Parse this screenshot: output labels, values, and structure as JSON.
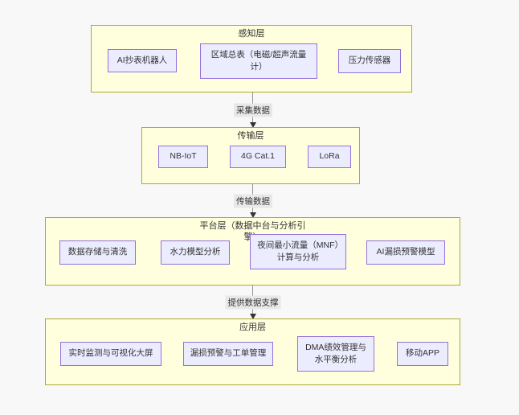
{
  "layers": [
    {
      "title": "感知层",
      "nodes": [
        "AI抄表机器人",
        "区域总表（电磁/超声流量计）",
        "压力传感器"
      ]
    },
    {
      "title": "传输层",
      "nodes": [
        "NB-IoT",
        "4G Cat.1",
        "LoRa"
      ]
    },
    {
      "title": "平台层（数据中台与分析引擎）",
      "nodes": [
        "数据存储与清洗",
        "水力模型分析",
        "夜间最小流量（MNF）计算与分析",
        "AI漏损预警模型"
      ]
    },
    {
      "title": "应用层",
      "nodes": [
        "实时监测与可视化大屏",
        "漏损预警与工单管理",
        "DMA绩效管理与水平衡分析",
        "移动APP"
      ]
    }
  ],
  "edges": [
    {
      "label": "采集数据"
    },
    {
      "label": "传输数据"
    },
    {
      "label": "提供数据支撑"
    }
  ],
  "colors": {
    "background": "#f8f8f8",
    "layer_fill": "#ffffde",
    "layer_border": "#aaaa33",
    "node_fill": "#ececff",
    "node_border": "#9370db",
    "edge_label_bg": "#e8e8e8",
    "text": "#333333",
    "line": "#919191",
    "arrowhead": "#333333"
  }
}
